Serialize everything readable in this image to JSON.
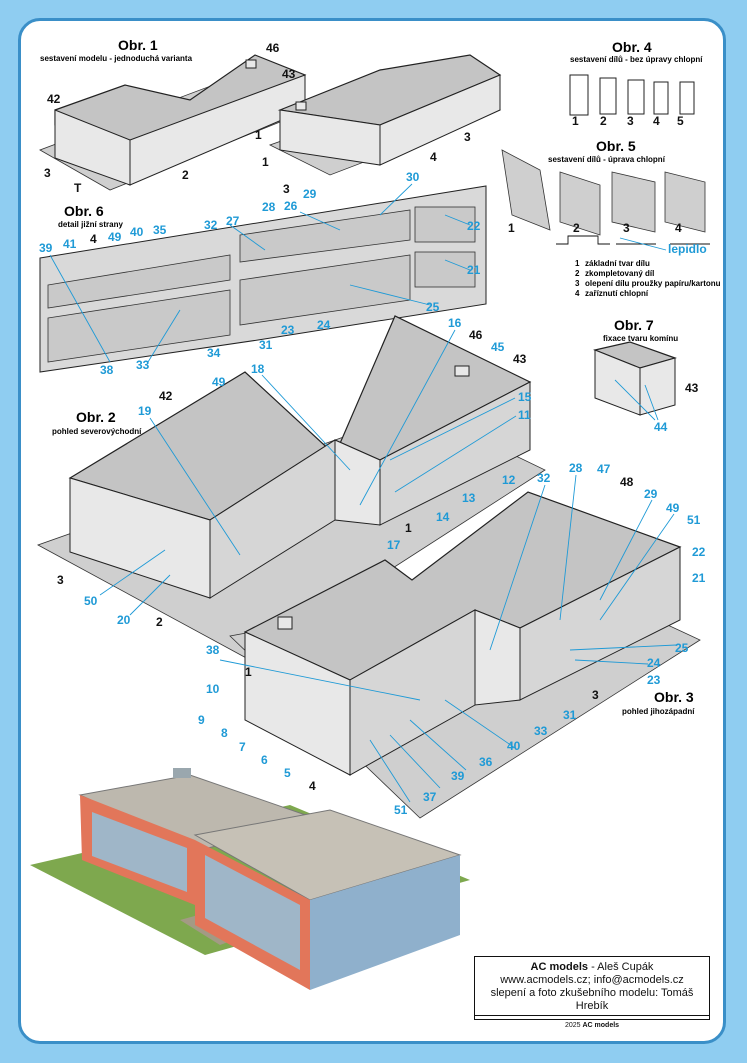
{
  "figures": {
    "obr1": {
      "title": "Obr. 1",
      "subtitle": "sestavení modelu - jednoduchá varianta",
      "callouts": [
        "46",
        "43",
        "42",
        "1",
        "3",
        "3",
        "2",
        "T",
        "1",
        "4"
      ]
    },
    "obr2": {
      "title": "Obr. 2",
      "subtitle": "pohled severovýchodní",
      "callouts": [
        "16",
        "46",
        "45",
        "43",
        "18",
        "49",
        "42",
        "19",
        "15",
        "11",
        "12",
        "13",
        "14",
        "1",
        "17",
        "3",
        "50",
        "20",
        "2"
      ]
    },
    "obr3": {
      "title": "Obr. 3",
      "subtitle": "pohled jihozápadní",
      "callouts": [
        "32",
        "28",
        "47",
        "48",
        "29",
        "49",
        "51",
        "22",
        "21",
        "25",
        "24",
        "23",
        "3",
        "31",
        "33",
        "40",
        "36",
        "39",
        "37",
        "51",
        "4",
        "38",
        "1",
        "10",
        "9",
        "8",
        "7",
        "6",
        "5"
      ]
    },
    "obr4": {
      "title": "Obr. 4",
      "subtitle": "sestavení dílů - bez úpravy chlopní",
      "steps": [
        "1",
        "2",
        "3",
        "4",
        "5"
      ]
    },
    "obr5": {
      "title": "Obr. 5",
      "subtitle": "sestavení dílů - úprava chlopní",
      "steps": [
        "1",
        "2",
        "3",
        "4"
      ],
      "glue_label": "lepidlo",
      "legend": [
        {
          "num": "1",
          "text": "základní tvar dílu"
        },
        {
          "num": "2",
          "text": "zkompletovaný díl"
        },
        {
          "num": "3",
          "text": "olepení dílu proužky papíru/kartonu"
        },
        {
          "num": "4",
          "text": "zaříznutí chlopní"
        }
      ]
    },
    "obr6": {
      "title": "Obr. 6",
      "subtitle": "detail jižní strany",
      "callouts": [
        "30",
        "29",
        "3",
        "22",
        "28",
        "26",
        "27",
        "32",
        "35",
        "40",
        "49",
        "4",
        "41",
        "39",
        "21",
        "25",
        "24",
        "23",
        "31",
        "34",
        "33",
        "38"
      ]
    },
    "obr7": {
      "title": "Obr. 7",
      "subtitle": "fixace tvaru komínu",
      "callouts": [
        "43",
        "44"
      ]
    }
  },
  "credits": {
    "brand": "AC models",
    "author": " - Aleš Cupák",
    "contact": "www.acmodels.cz; info@acmodels.cz",
    "photo_credit": "slepení a foto zkušebního modelu: Tomáš Hrebík",
    "year": "2025 ",
    "year_brand": "AC models"
  },
  "colors": {
    "background": "#8fcdf1",
    "frame": "#3a8fc8",
    "callout_blue": "#1f9ad6",
    "wall": "#e6e6e6",
    "roof": "#c4c4c4",
    "brick": "#e2765a"
  }
}
